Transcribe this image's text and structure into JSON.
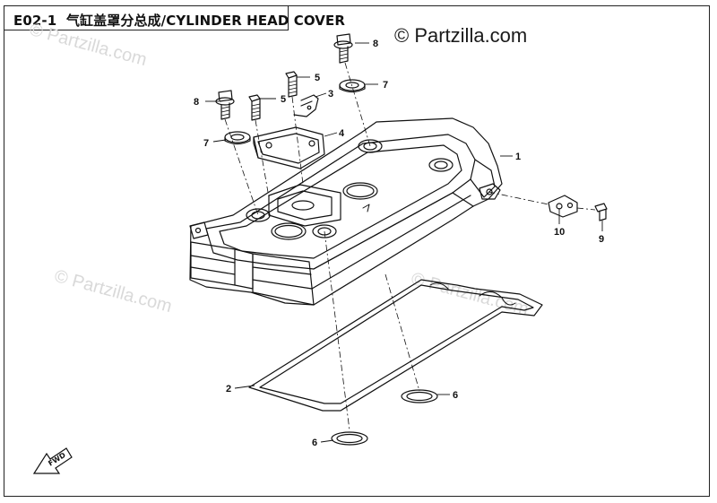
{
  "header": {
    "code": "E02-1",
    "title": "气缸盖罩分总成/CYLINDER HEAD COVER"
  },
  "copyright": "© Partzilla.com",
  "watermark": "© Partzilla.com",
  "callouts": {
    "c1": "1",
    "c2": "2",
    "c3": "3",
    "c4": "4",
    "c5a": "5",
    "c5b": "5",
    "c6a": "6",
    "c6b": "6",
    "c7a": "7",
    "c7b": "7",
    "c8a": "8",
    "c8b": "8",
    "c9": "9",
    "c10": "10"
  },
  "fwd_label": "FWD",
  "colors": {
    "line": "#111111",
    "shade": "#333333",
    "watermark": "#d9d9d9"
  }
}
